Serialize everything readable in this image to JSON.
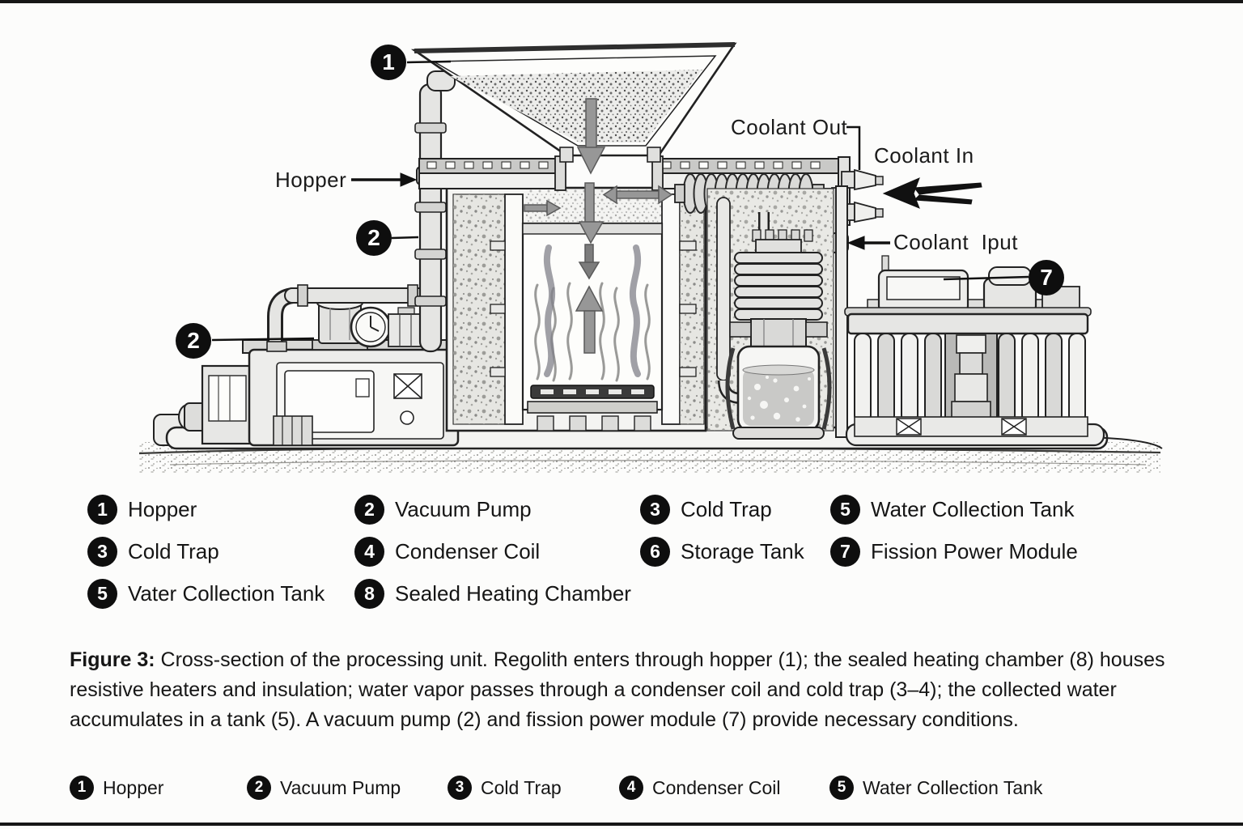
{
  "colors": {
    "ink": "#1b1b1b",
    "badge_bg": "#0e0e0e",
    "badge_text": "#ffffff",
    "arrow_gray": "#8f8f8f"
  },
  "diagram": {
    "badges": {
      "hopper_num": "1",
      "feed_num": "2",
      "pump_num": "2",
      "fission_num": "7"
    },
    "labels": {
      "hopper": "Hopper",
      "coolant_out": "Coolant Out",
      "coolant_in": "Coolant In",
      "coolant_input": "Coolant  Iput"
    }
  },
  "legend": {
    "items": [
      {
        "num": "1",
        "label": "Hopper"
      },
      {
        "num": "2",
        "label": "Vacuum Pump"
      },
      {
        "num": "3",
        "label": "Cold Trap"
      },
      {
        "num": "5",
        "label": "Water Collection Tank"
      },
      {
        "num": "3",
        "label": "Cold Trap"
      },
      {
        "num": "4",
        "label": "Condenser Coil"
      },
      {
        "num": "6",
        "label": "Storage Tank"
      },
      {
        "num": "7",
        "label": "Fission Power Module"
      },
      {
        "num": "5",
        "label": "Vater Collection Tank"
      },
      {
        "num": "8",
        "label": "Sealed Heating Chamber"
      }
    ]
  },
  "caption": {
    "prefix": "Figure 3:",
    "body": " Cross-section of the processing unit. Regolith enters through hopper (1); the sealed heating chamber (8) houses resistive heaters and insulation; water vapor passes through a condenser coil and cold trap (3–4); the collected water accumulates in a tank (5). A vacuum pump (2) and fission power module (7) provide necessary conditions."
  },
  "footer": {
    "items": [
      {
        "num": "1",
        "label": "Hopper"
      },
      {
        "num": "2",
        "label": "Vacuum Pump"
      },
      {
        "num": "3",
        "label": "Cold Trap"
      },
      {
        "num": "4",
        "label": "Condenser Coil"
      },
      {
        "num": "5",
        "label": "Water Collection Tank"
      }
    ]
  }
}
